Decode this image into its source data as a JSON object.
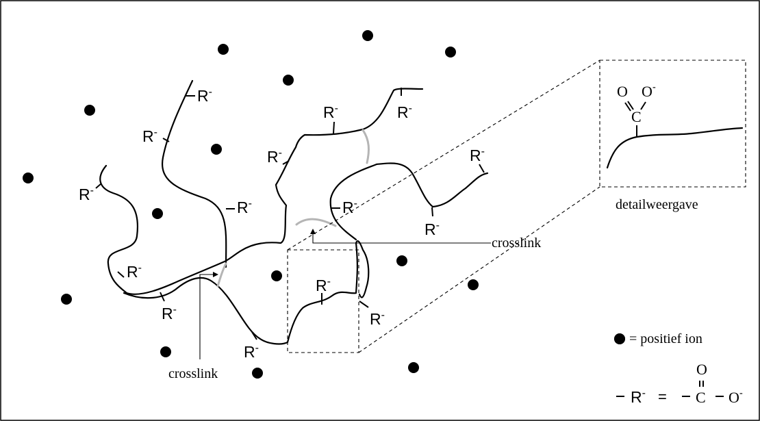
{
  "group_label": "R",
  "charge": "-",
  "labels": {
    "crosslink_top": "crosslink",
    "crosslink_bottom": "crosslink",
    "detail": "detailweergave"
  },
  "detail_structure": {
    "oxygen_1": "O",
    "oxygen_2": "O",
    "carbon": "C"
  },
  "legend": {
    "positive_ion_text": "= positief ion",
    "eq_sign": "=",
    "oxygen_top": "O",
    "carbon": "C",
    "oxygen_right": "O"
  }
}
